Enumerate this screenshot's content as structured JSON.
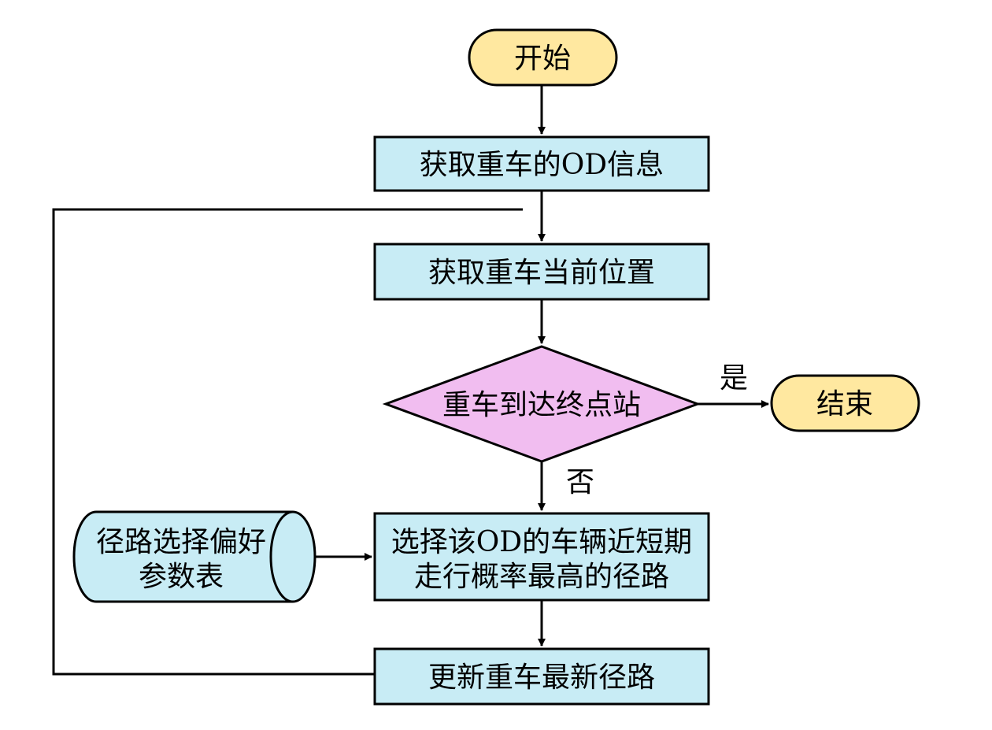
{
  "colors": {
    "terminal_fill": "#ffe8a0",
    "process_fill": "#c8ecf5",
    "decision_fill": "#f1bdf0",
    "store_fill": "#c8ecf5",
    "stroke": "#000000"
  },
  "nodes": {
    "start": {
      "label": "开始"
    },
    "get_od": {
      "label": "获取重车的OD信息"
    },
    "get_position": {
      "label": "获取重车当前位置"
    },
    "arrived": {
      "label": "重车到达终点站"
    },
    "end": {
      "label": "结束"
    },
    "select_path": {
      "line1": "选择该OD的车辆近短期",
      "line2": "走行概率最高的径路"
    },
    "pref_table": {
      "line1": "径路选择偏好",
      "line2": "参数表"
    },
    "update_path": {
      "label": "更新重车最新径路"
    }
  },
  "edges": {
    "yes_label": "是",
    "no_label": "否"
  }
}
